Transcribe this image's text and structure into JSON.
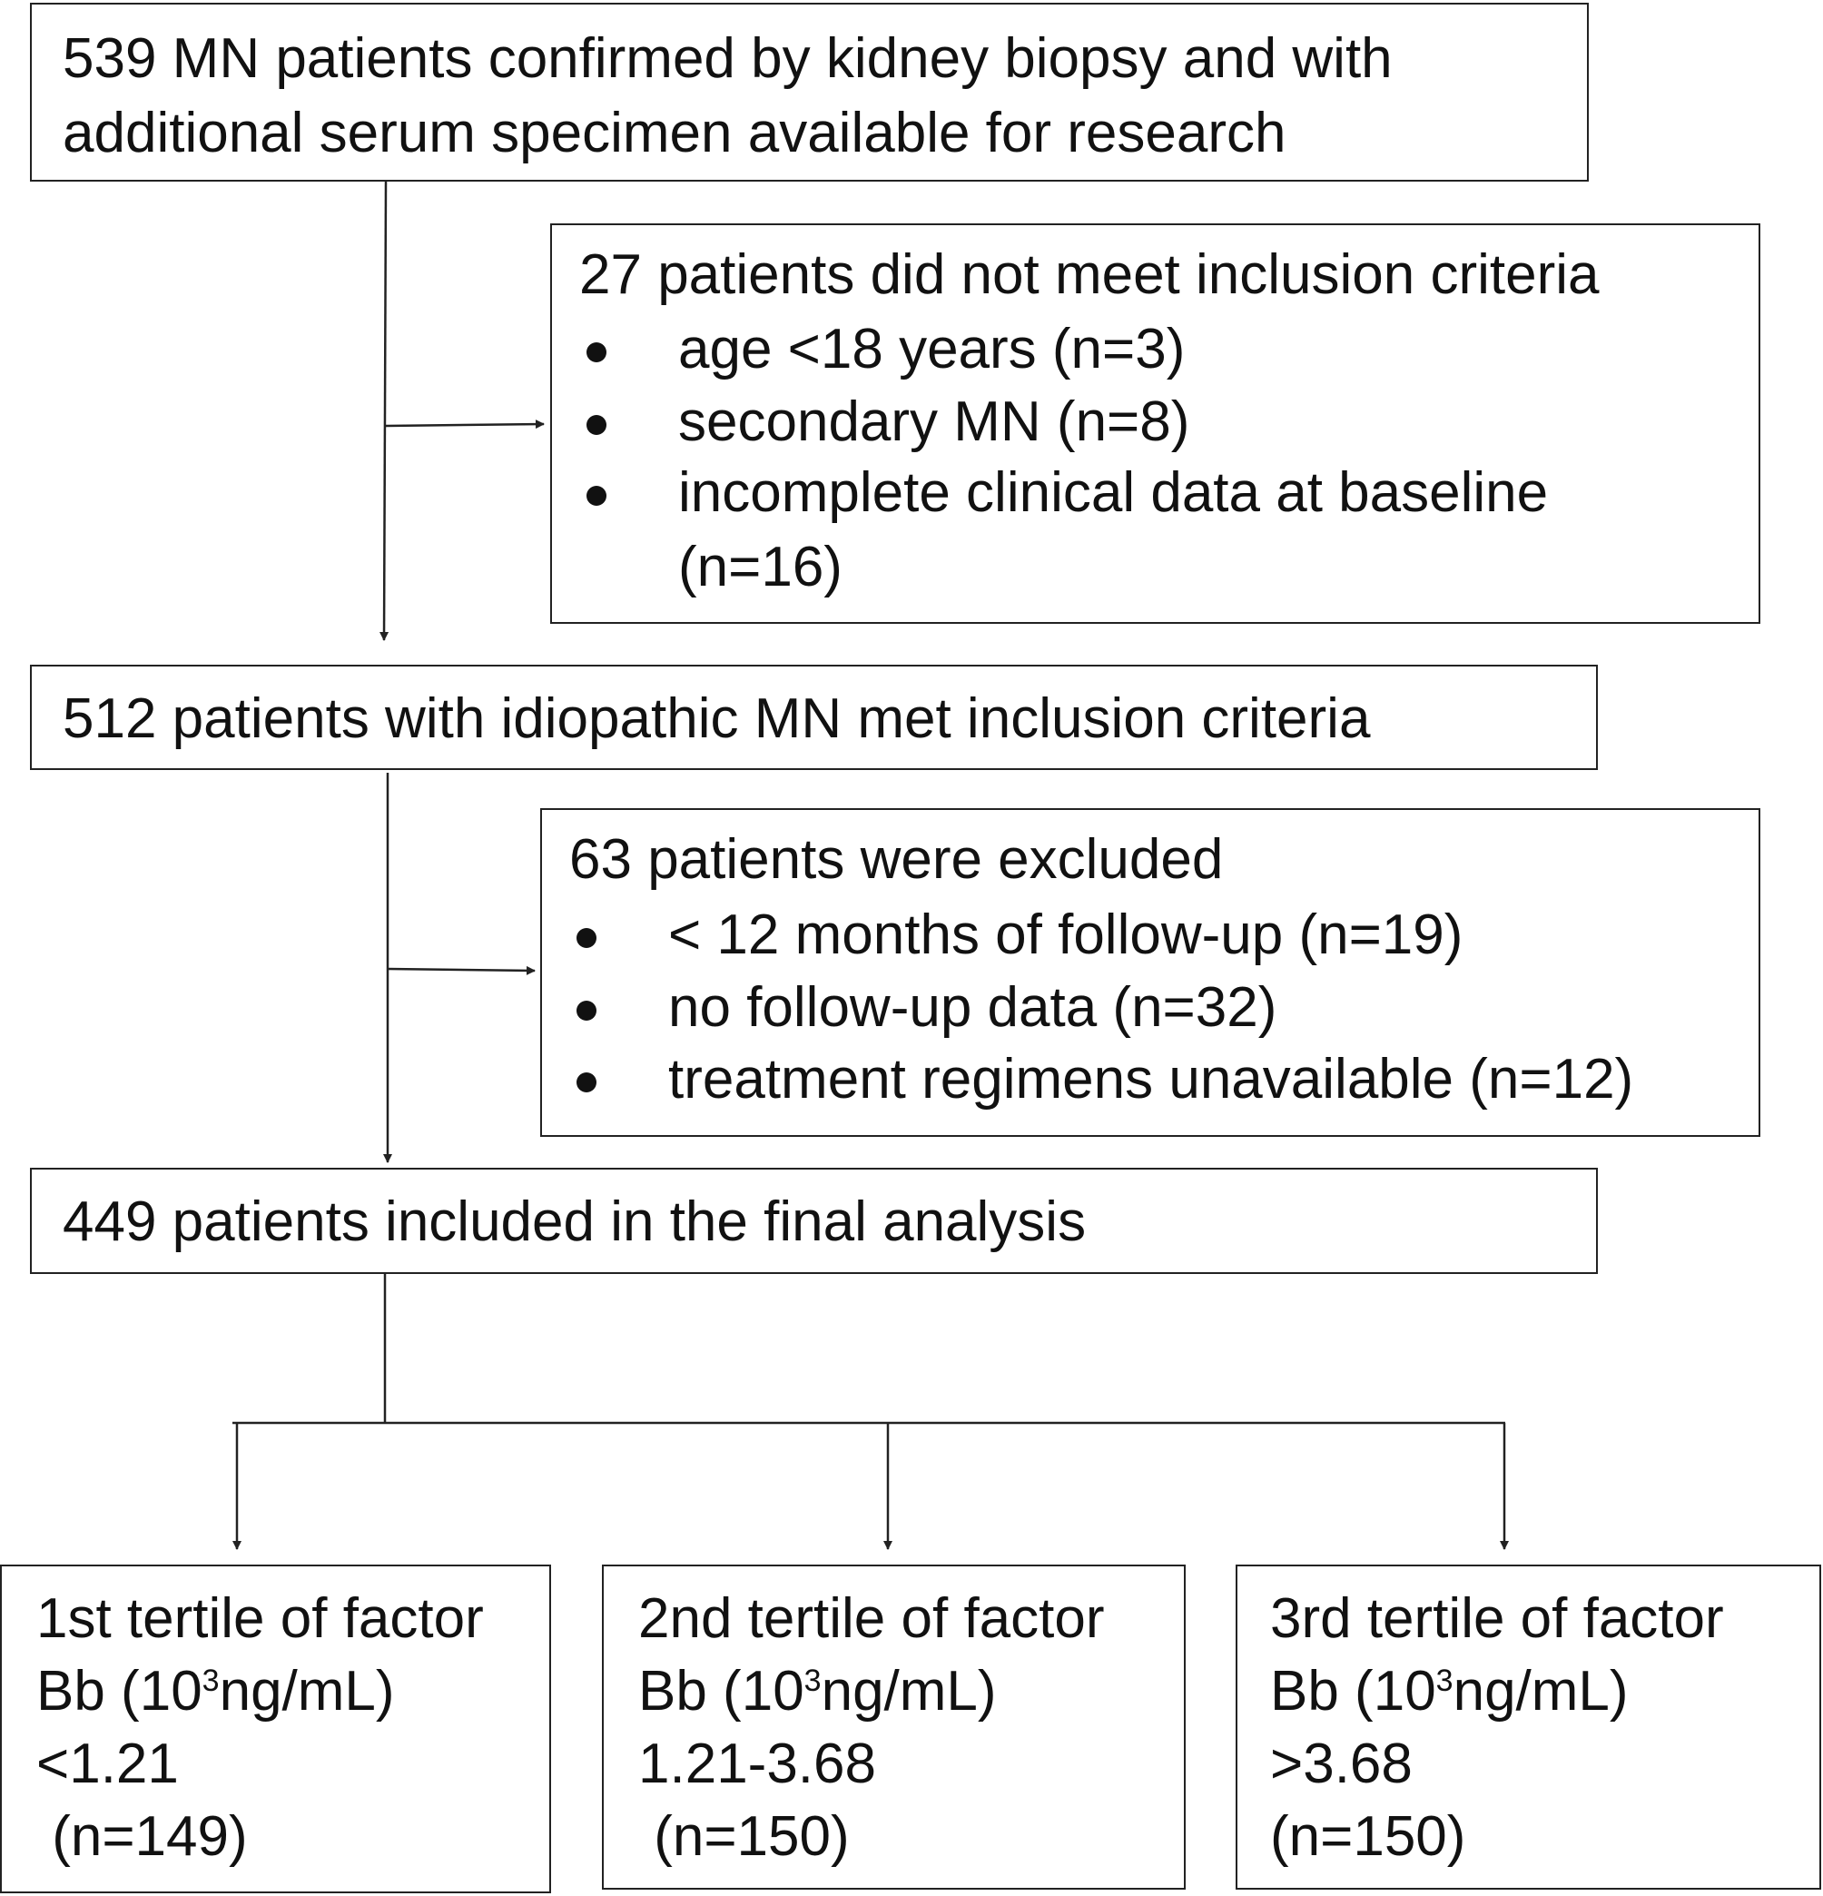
{
  "boxes": {
    "initial": {
      "line1": "539 MN  patients  confirmed by kidney biopsy and  with",
      "line2": "additional serum specimen available  for research"
    },
    "exclusion_1": {
      "heading": "27 patients did not meet inclusion criteria",
      "items": [
        "age <18 years (n=3)",
        "secondary MN  (n=8)",
        "incomplete clinical data at baseline"
      ],
      "item_continuation": "(n=16)"
    },
    "included": {
      "text": "512 patients with  idiopathic MN  met inclusion criteria"
    },
    "exclusion_2": {
      "heading": "63 patients were excluded",
      "items": [
        "< 12 months of follow-up (n=19)",
        "no follow-up data  (n=32)",
        "treatment regimens unavailable  (n=12)"
      ]
    },
    "final": {
      "text": "449 patients included in the final analysis"
    }
  },
  "tertiles": [
    {
      "title": "1st tertile of factor",
      "unit_prefix": "Bb (10",
      "unit_exp": "3",
      "unit_suffix": "ng/mL)",
      "range": "<1.21",
      "count": " (n=149)"
    },
    {
      "title": "2nd tertile of factor",
      "unit_prefix": "Bb (10",
      "unit_exp": "3",
      "unit_suffix": "ng/mL)",
      "range": "1.21-3.68",
      "count": " (n=150)"
    },
    {
      "title": "3rd tertile of factor",
      "unit_prefix": "Bb (10",
      "unit_exp": "3",
      "unit_suffix": "ng/mL)",
      "range": ">3.68",
      "count": "(n=150)"
    }
  ]
}
